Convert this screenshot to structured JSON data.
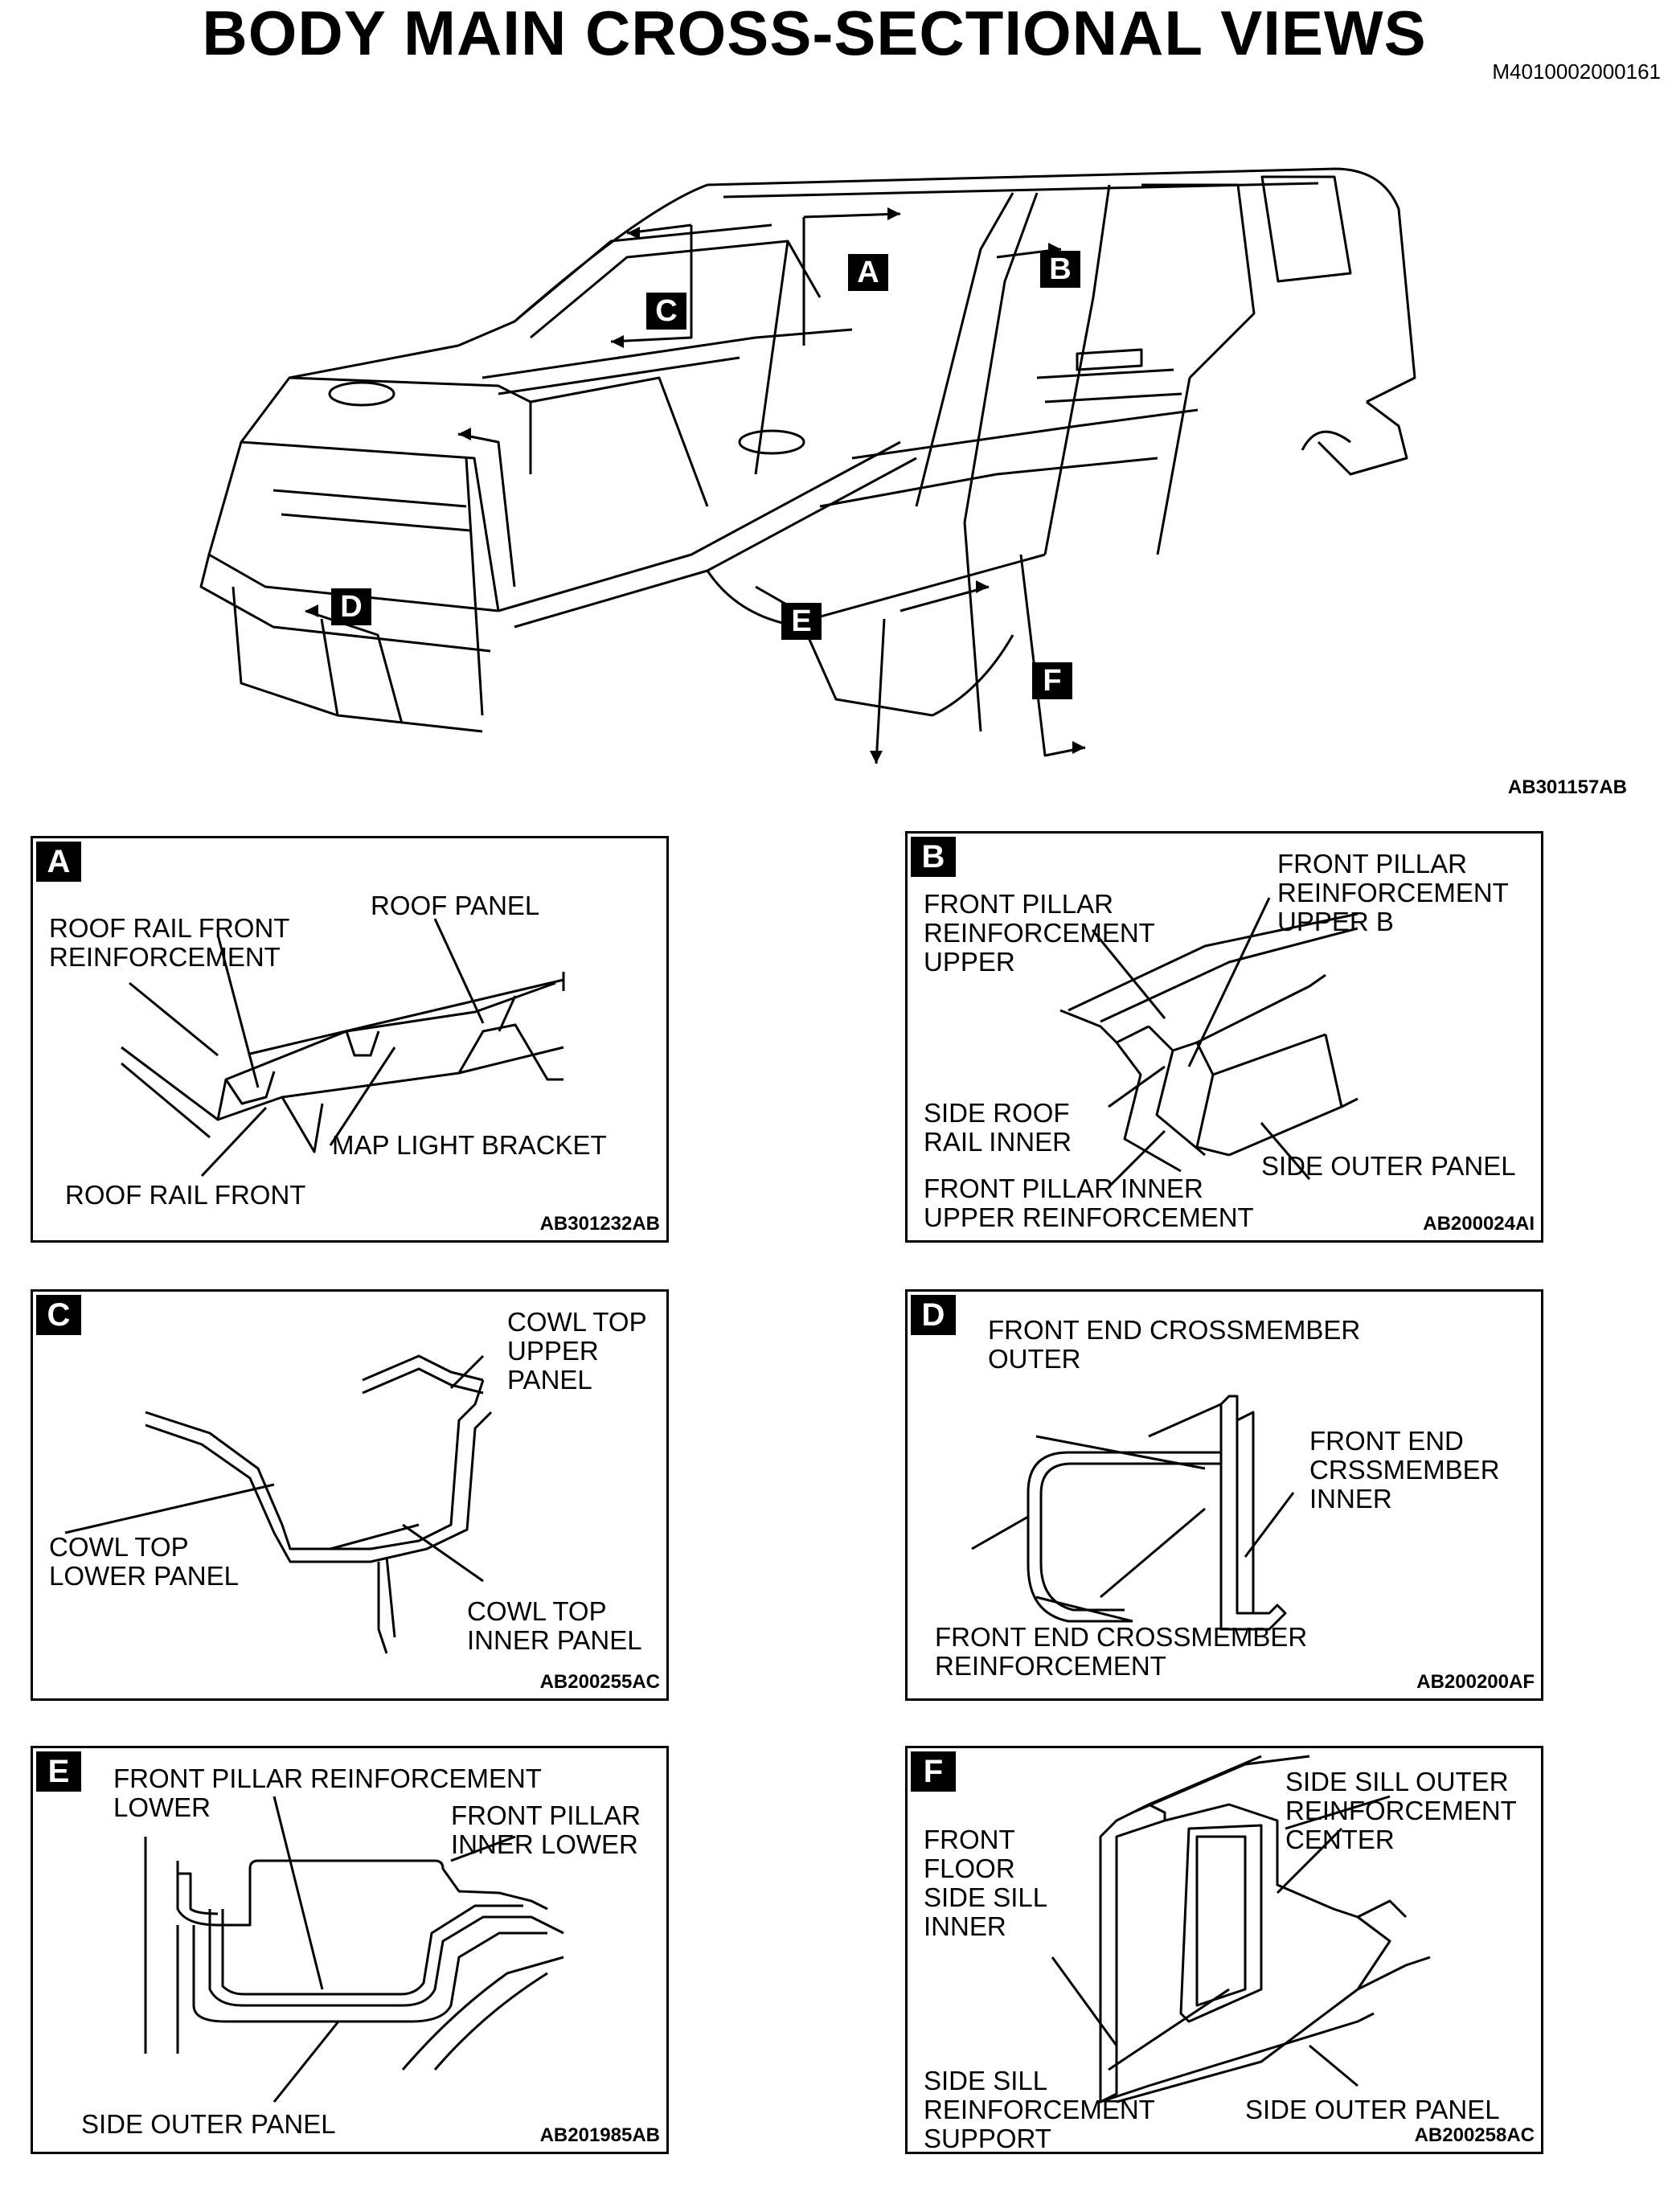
{
  "header": {
    "title": "BODY MAIN CROSS-SECTIONAL VIEWS",
    "doc_id": "M4010002000161"
  },
  "main_figure": {
    "id": "AB301157AB",
    "callouts": [
      "A",
      "B",
      "C",
      "D",
      "E",
      "F"
    ]
  },
  "panels": {
    "A": {
      "letter": "A",
      "id": "AB301232AB",
      "labels": {
        "l1": "ROOF RAIL FRONT\nREINFORCEMENT",
        "l2": "ROOF PANEL",
        "l3": "MAP LIGHT BRACKET",
        "l4": "ROOF RAIL FRONT"
      }
    },
    "B": {
      "letter": "B",
      "id": "AB200024AI",
      "labels": {
        "l1": "FRONT PILLAR\nREINFORCEMENT\nUPPER",
        "l2": "FRONT PILLAR\nREINFORCEMENT\nUPPER B",
        "l3": "SIDE ROOF\nRAIL INNER",
        "l4": "FRONT PILLAR INNER\nUPPER REINFORCEMENT",
        "l5": "SIDE OUTER PANEL"
      }
    },
    "C": {
      "letter": "C",
      "id": "AB200255AC",
      "labels": {
        "l1": "COWL TOP\nUPPER\nPANEL",
        "l2": "COWL TOP\nLOWER PANEL",
        "l3": "COWL TOP\nINNER PANEL"
      }
    },
    "D": {
      "letter": "D",
      "id": "AB200200AF",
      "labels": {
        "l1": "FRONT END CROSSMEMBER\nOUTER",
        "l2": "FRONT END\nCRSSMEMBER\nINNER",
        "l3": "FRONT END CROSSMEMBER\nREINFORCEMENT"
      }
    },
    "E": {
      "letter": "E",
      "id": "AB201985AB",
      "labels": {
        "l1": "FRONT PILLAR REINFORCEMENT\nLOWER",
        "l2": "FRONT PILLAR\nINNER LOWER",
        "l3": "SIDE OUTER PANEL"
      }
    },
    "F": {
      "letter": "F",
      "id": "AB200258AC",
      "labels": {
        "l1": "FRONT\nFLOOR\nSIDE SILL\nINNER",
        "l2": "SIDE SILL OUTER\nREINFORCEMENT\nCENTER",
        "l3": "SIDE SILL\nREINFORCEMENT\nSUPPORT",
        "l4": "SIDE OUTER PANEL"
      }
    }
  }
}
